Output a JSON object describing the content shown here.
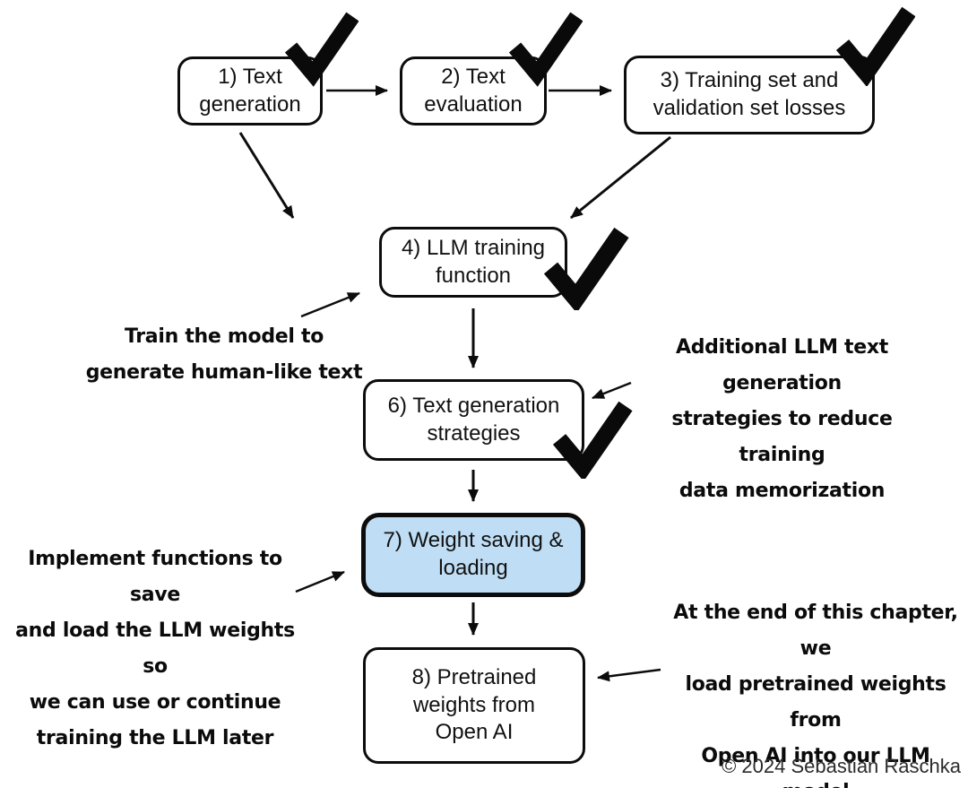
{
  "diagram": {
    "title_context": "LLM training stages flowchart",
    "background_color": "#ffffff",
    "highlight_color": "#bfdef5",
    "line_color": "#0c0c0c",
    "boxes": [
      {
        "id": "step-1",
        "label": "1) Text\ngeneration",
        "checked": true,
        "highlighted": false
      },
      {
        "id": "step-2",
        "label": "2) Text\nevaluation",
        "checked": true,
        "highlighted": false
      },
      {
        "id": "step-3",
        "label": "3) Training set and\nvalidation set losses",
        "checked": true,
        "highlighted": false
      },
      {
        "id": "step-4",
        "label": "4) LLM training\nfunction",
        "checked": true,
        "highlighted": false
      },
      {
        "id": "step-6",
        "label": "6) Text generation\nstrategies",
        "checked": true,
        "highlighted": false
      },
      {
        "id": "step-7",
        "label": "7) Weight saving &\nloading",
        "checked": false,
        "highlighted": true
      },
      {
        "id": "step-8",
        "label": "8) Pretrained\nweights from\nOpen AI",
        "checked": false,
        "highlighted": false
      }
    ],
    "annotations": [
      {
        "id": "note-train",
        "text": "Train the model to\ngenerate human-like text"
      },
      {
        "id": "note-strategies",
        "text": "Additional LLM text generation\nstrategies to reduce training\ndata memorization"
      },
      {
        "id": "note-weights",
        "text": "Implement functions to save\nand load the LLM weights so\nwe can use or continue\ntraining the LLM later"
      },
      {
        "id": "note-openai",
        "text": "At the end of this chapter, we\nload pretrained weights from\nOpen AI into our LLM model"
      }
    ],
    "footer": {
      "copyright": "© 2024 Sebastian Raschka"
    }
  }
}
